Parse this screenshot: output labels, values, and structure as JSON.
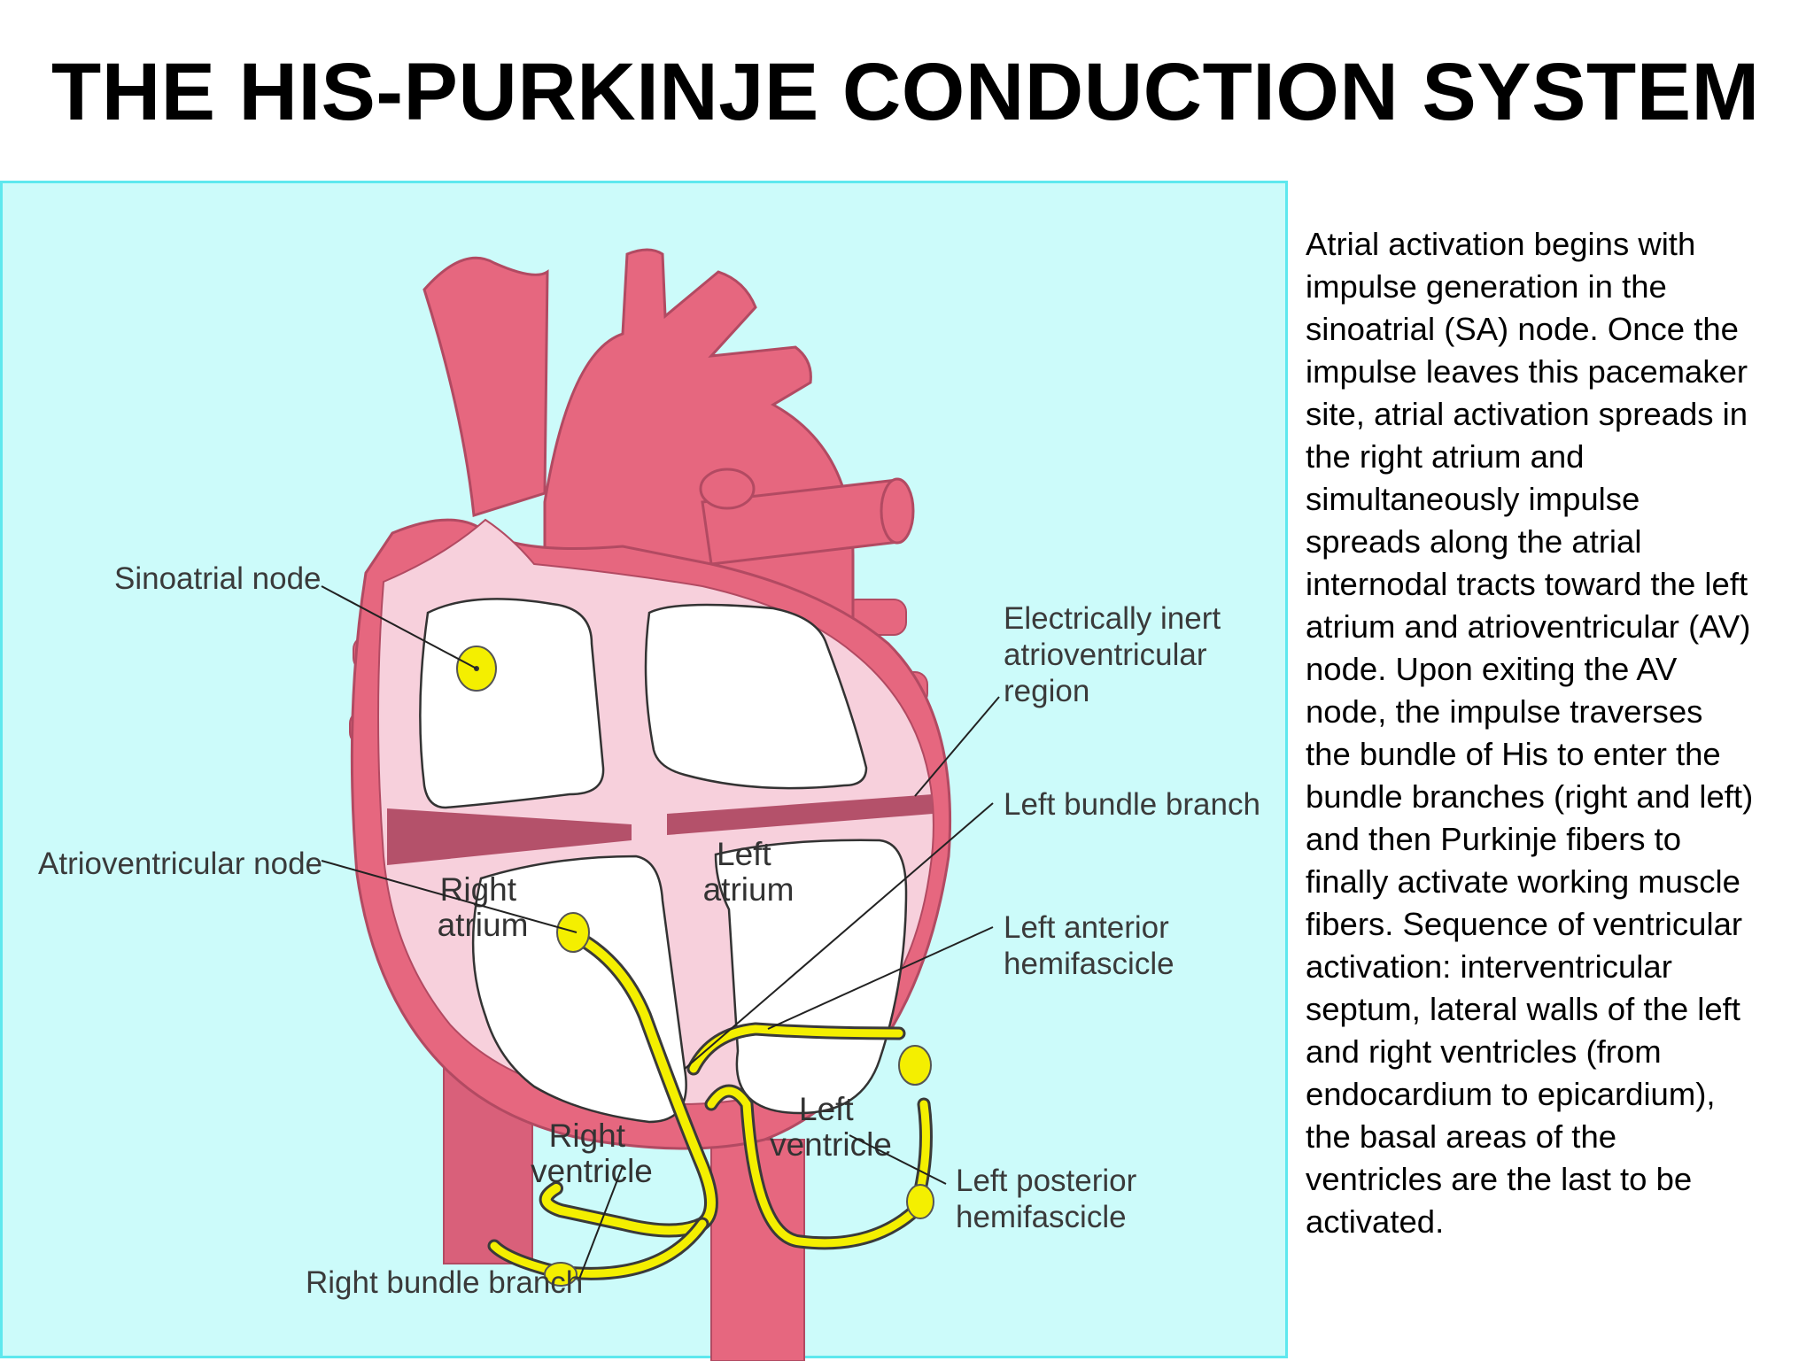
{
  "title": "THE HIS-PURKINJE CONDUCTION SYSTEM",
  "labels": {
    "sinoatrial_node": "Sinoatrial node",
    "atrioventricular_node": "Atrioventricular node",
    "right_bundle_branch": "Right bundle branch",
    "electrically_inert": [
      "Electrically inert",
      "atrioventricular",
      "region"
    ],
    "left_bundle_branch": "Left bundle branch",
    "left_anterior_hemifascicle": [
      "Left anterior",
      "hemifascicle"
    ],
    "left_posterior_hemifascicle": [
      "Left posterior",
      "hemifascicle"
    ],
    "right_atrium": [
      "Right",
      "atrium"
    ],
    "left_atrium": [
      "Left",
      "atrium"
    ],
    "right_ventricle": [
      "Right",
      "ventricle"
    ],
    "left_ventricle": [
      "Left",
      "ventricle"
    ]
  },
  "description_lines": [
    "Atrial activation begins with",
    "impulse generation in the",
    "sinoatrial (SA) node. Once the",
    "impulse leaves this pacemaker",
    "site, atrial activation spreads in",
    "the right atrium and",
    "simultaneously impulse",
    "spreads along the atrial",
    "internodal tracts toward the left",
    "atrium and atrioventricular (AV)",
    "node. Upon exiting the AV",
    "node, the impulse traverses",
    "the bundle of His to enter the",
    "bundle branches (right and left)",
    "and then Purkinje fibers to",
    "finally activate working muscle",
    "fibers. Sequence of ventricular",
    "activation: interventricular",
    "septum, lateral walls of the left",
    "and right ventricles (from",
    "endocardium to epicardium),",
    "the basal areas of the",
    "ventricles are the last to be",
    "activated."
  ],
  "colors": {
    "panel_background": "#ccfbfa",
    "panel_border": "#5ee8ee",
    "heart_wall": "#e6677f",
    "heart_inner": "#f7d0dc",
    "chamber": "#ffffff",
    "conduction": "#f4ef00",
    "inert_band": "#b4516a"
  }
}
